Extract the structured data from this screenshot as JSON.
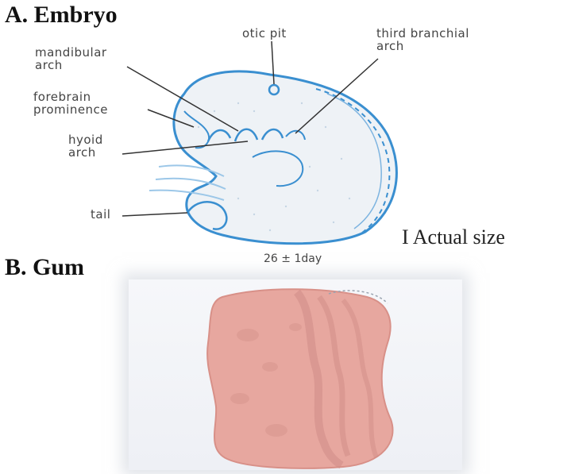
{
  "panels": {
    "embryo_title": "A. Embryo",
    "gum_title": "B. Gum"
  },
  "labels": {
    "otic_pit": "otic pit",
    "third_branchial_line1": "third branchial",
    "third_branchial_line2": "arch",
    "mandibular_line1": "mandibular",
    "mandibular_line2": "arch",
    "forebrain_line1": "forebrain",
    "forebrain_line2": "prominence",
    "hyoid_line1": "hyoid",
    "hyoid_line2": "arch",
    "tail": "tail"
  },
  "scale": {
    "symbol": "I",
    "text": "Actual size",
    "age": "26 ± 1day"
  },
  "colors": {
    "embryo_outline": "#3a8fd0",
    "embryo_fill": "#eef2f6",
    "gum": "#e7a79f",
    "gum_shadow": "#cf8c86"
  }
}
